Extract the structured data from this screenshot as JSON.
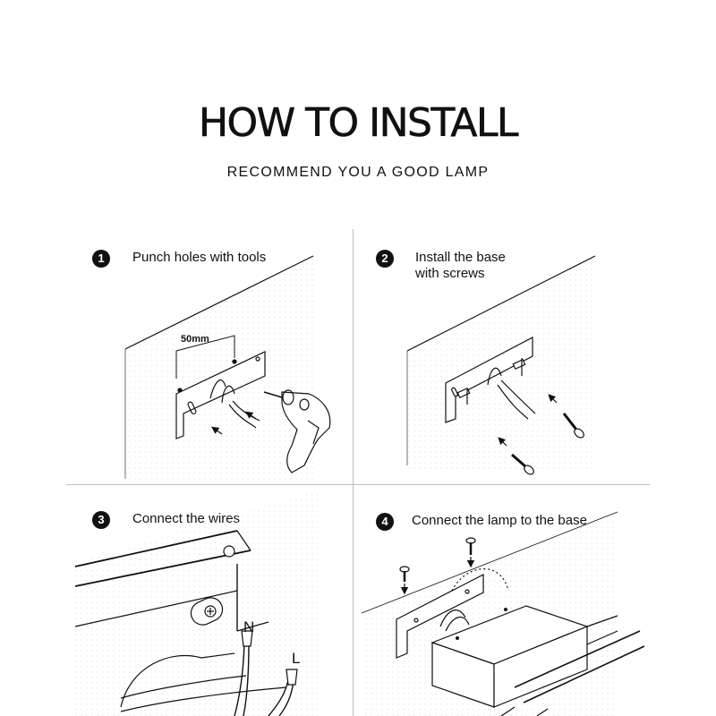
{
  "header": {
    "title": "HOW TO INSTALL",
    "subtitle": "RECOMMEND YOU A GOOD LAMP"
  },
  "steps": [
    {
      "number": "1",
      "text": "Punch holes with tools",
      "annotation": "50mm"
    },
    {
      "number": "2",
      "text": "Install the base\nwith screws"
    },
    {
      "number": "3",
      "text": "Connect the wires",
      "labels": [
        "N",
        "L"
      ]
    },
    {
      "number": "4",
      "text": "Connect the lamp to the base"
    }
  ]
}
